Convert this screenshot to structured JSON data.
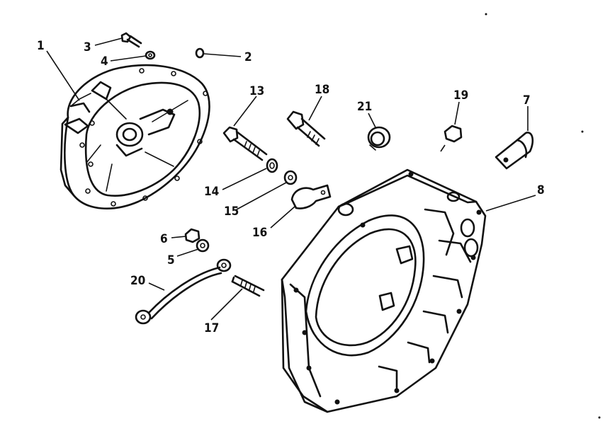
{
  "callouts": [
    {
      "id": "c1",
      "label": "1"
    },
    {
      "id": "c2",
      "label": "2"
    },
    {
      "id": "c3",
      "label": "3"
    },
    {
      "id": "c4",
      "label": "4"
    },
    {
      "id": "c5",
      "label": "5"
    },
    {
      "id": "c6",
      "label": "6"
    },
    {
      "id": "c7",
      "label": "7"
    },
    {
      "id": "c8",
      "label": "8"
    },
    {
      "id": "c13",
      "label": "13"
    },
    {
      "id": "c14",
      "label": "14"
    },
    {
      "id": "c15",
      "label": "15"
    },
    {
      "id": "c16",
      "label": "16"
    },
    {
      "id": "c17",
      "label": "17"
    },
    {
      "id": "c18",
      "label": "18"
    },
    {
      "id": "c19",
      "label": "19"
    },
    {
      "id": "c20",
      "label": "20"
    },
    {
      "id": "c21",
      "label": "21"
    }
  ]
}
